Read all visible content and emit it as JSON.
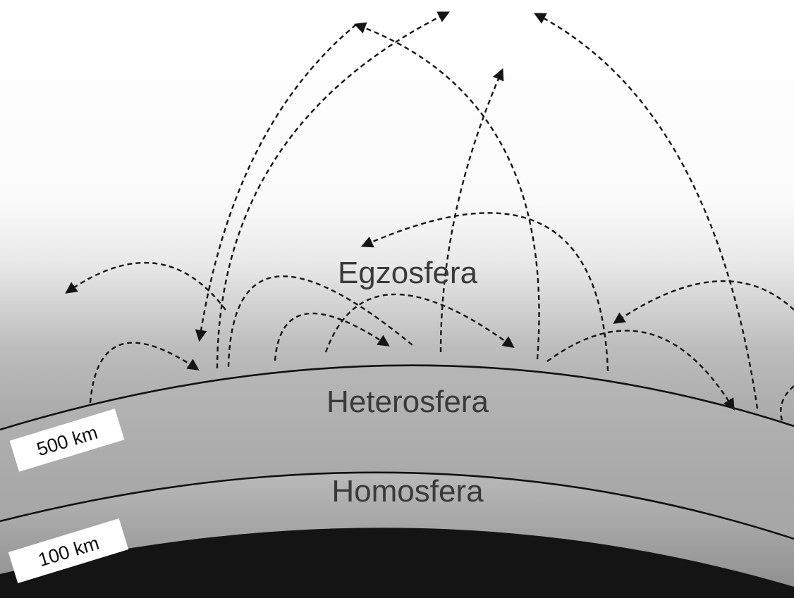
{
  "layers": {
    "exosphere": "Egzosfera",
    "heterosphere": "Heterosfera",
    "homosphere": "Homosfera"
  },
  "altitudes": {
    "upper": "500 km",
    "lower": "100 km"
  },
  "colors": {
    "earth": "#141414",
    "boundary_line": "#111111",
    "trajectory": "#151515",
    "label_box": "#ffffff"
  }
}
